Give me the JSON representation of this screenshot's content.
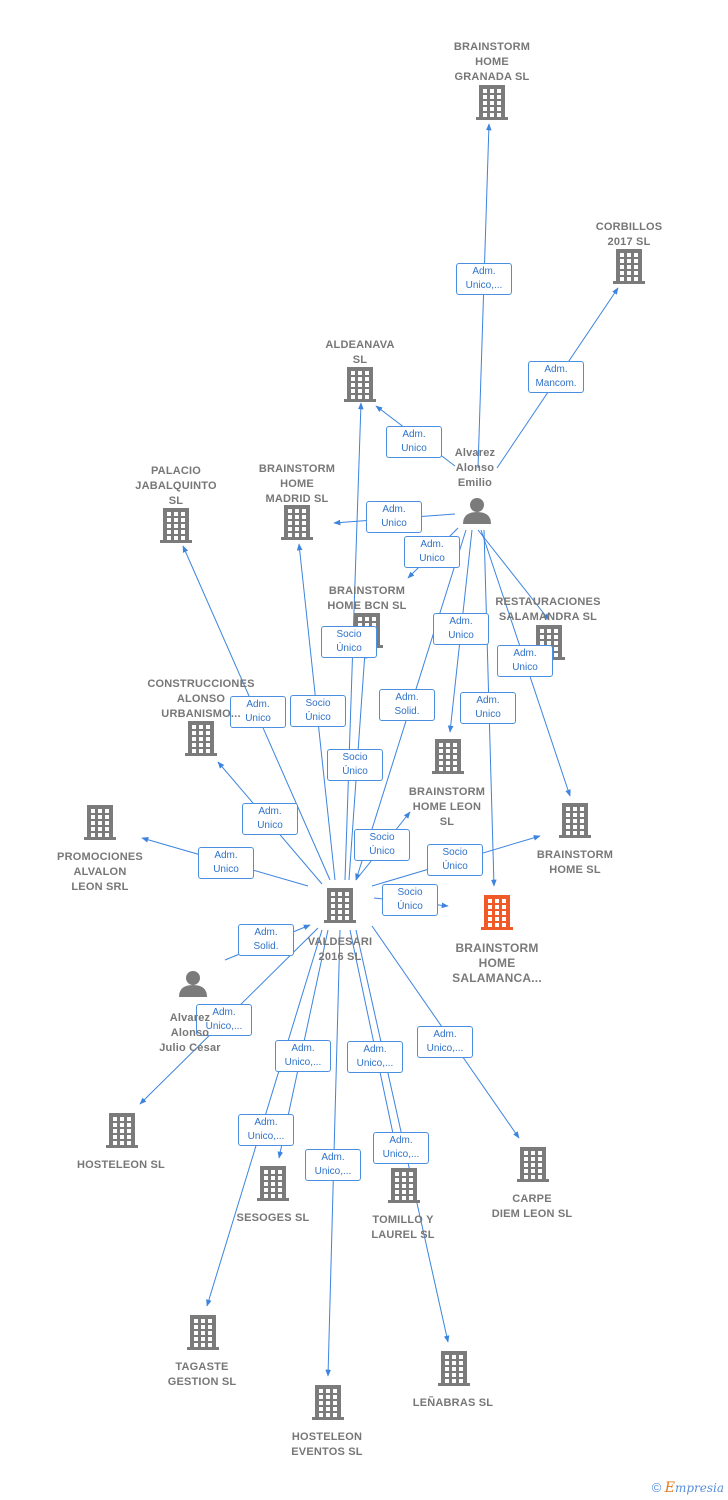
{
  "colors": {
    "edge": "#3c84de",
    "building": "#7b7b7b",
    "highlight": "#f05a28",
    "person": "#7b7b7b"
  },
  "nodes": [
    {
      "id": "granada",
      "label": "BRAINSTORM\nHOME\nGRANADA  SL",
      "icon": "building-icon"
    },
    {
      "id": "corbillos",
      "label": "CORBILLOS\n2017  SL",
      "icon": "building-icon"
    },
    {
      "id": "aldeanava",
      "label": "ALDEANAVA\nSL",
      "icon": "building-icon"
    },
    {
      "id": "emilio",
      "label": "Alvarez\nAlonso\nEmilio",
      "icon": "person-icon"
    },
    {
      "id": "palacio",
      "label": "PALACIO\nJABALQUINTO\nSL",
      "icon": "building-icon"
    },
    {
      "id": "madrid",
      "label": "BRAINSTORM\nHOME\nMADRID  SL",
      "icon": "building-icon"
    },
    {
      "id": "bcn",
      "label": "BRAINSTORM\nHOME BCN  SL",
      "icon": "building-icon"
    },
    {
      "id": "restauraciones",
      "label": "RESTAURACIONES\nSALAMANDRA SL",
      "icon": "building-icon"
    },
    {
      "id": "construcciones",
      "label": "CONSTRUCCIONES\nALONSO\nURBANISMO...",
      "icon": "building-icon"
    },
    {
      "id": "leon",
      "label": "BRAINSTORM\nHOME LEON\nSL",
      "icon": "building-icon"
    },
    {
      "id": "promociones",
      "label": "PROMOCIONES\nALVALON\nLEON SRL",
      "icon": "building-icon"
    },
    {
      "id": "homesl",
      "label": "BRAINSTORM\nHOME  SL",
      "icon": "building-icon"
    },
    {
      "id": "valdesari",
      "label": "VALDESARI\n2016  SL",
      "icon": "building-icon"
    },
    {
      "id": "salamanca",
      "label": "BRAINSTORM\nHOME\nSALAMANCA...",
      "icon": "building-icon"
    },
    {
      "id": "julio",
      "label": "Alvarez\nAlonso\nJulio Cesar",
      "icon": "person-icon"
    },
    {
      "id": "hosteleon",
      "label": "HOSTELEON SL",
      "icon": "building-icon"
    },
    {
      "id": "sesoges",
      "label": "SESOGES  SL",
      "icon": "building-icon"
    },
    {
      "id": "tomillo",
      "label": "TOMILLO Y\nLAUREL SL",
      "icon": "building-icon"
    },
    {
      "id": "carpe",
      "label": "CARPE\nDIEM LEON SL",
      "icon": "building-icon"
    },
    {
      "id": "tagaste",
      "label": "TAGASTE\nGESTION  SL",
      "icon": "building-icon"
    },
    {
      "id": "hosteleon_eventos",
      "label": "HOSTELEON\nEVENTOS SL",
      "icon": "building-icon"
    },
    {
      "id": "lenabras",
      "label": "LEÑABRAS SL",
      "icon": "building-icon"
    }
  ],
  "edges": [
    {
      "from": "emilio",
      "to": "granada",
      "label": "Adm.\nUnico,..."
    },
    {
      "from": "emilio",
      "to": "corbillos",
      "label": "Adm.\nMancom."
    },
    {
      "from": "emilio",
      "to": "aldeanava",
      "label": "Adm.\nUnico"
    },
    {
      "from": "emilio",
      "to": "madrid",
      "label": "Adm.\nUnico"
    },
    {
      "from": "emilio",
      "to": "bcn",
      "label": "Adm.\nUnico"
    },
    {
      "from": "emilio",
      "to": "leon",
      "label": "Adm.\nUnico"
    },
    {
      "from": "emilio",
      "to": "homesl",
      "label": "Adm.\nUnico"
    },
    {
      "from": "emilio",
      "to": "salamanca",
      "label": "Adm.\nUnico"
    },
    {
      "from": "emilio",
      "to": "valdesari",
      "label": "Adm.\nSolid."
    },
    {
      "from": "valdesari",
      "to": "palacio",
      "label": "Adm.\nUnico"
    },
    {
      "from": "valdesari",
      "to": "madrid",
      "label": "Socio\nÚnico"
    },
    {
      "from": "valdesari",
      "to": "aldeanava",
      "label": "Socio\nÚnico"
    },
    {
      "from": "valdesari",
      "to": "bcn",
      "label": "Socio\nÚnico"
    },
    {
      "from": "valdesari",
      "to": "construcciones",
      "label": "Adm.\nUnico"
    },
    {
      "from": "valdesari",
      "to": "promociones",
      "label": "Adm.\nUnico"
    },
    {
      "from": "valdesari",
      "to": "leon",
      "label": "Socio\nÚnico"
    },
    {
      "from": "valdesari",
      "to": "homesl",
      "label": "Socio\nÚnico"
    },
    {
      "from": "valdesari",
      "to": "salamanca",
      "label": "Socio\nÚnico"
    },
    {
      "from": "julio",
      "to": "valdesari",
      "label": "Adm.\nSolid."
    },
    {
      "from": "valdesari",
      "to": "hosteleon",
      "label": "Adm.\nUnico,..."
    },
    {
      "from": "valdesari",
      "to": "sesoges",
      "label": "Adm.\nUnico,..."
    },
    {
      "from": "valdesari",
      "to": "tomillo",
      "label": "Adm.\nUnico,..."
    },
    {
      "from": "valdesari",
      "to": "carpe",
      "label": "Adm.\nUnico,..."
    },
    {
      "from": "valdesari",
      "to": "tagaste",
      "label": "Adm.\nUnico,..."
    },
    {
      "from": "valdesari",
      "to": "hosteleon_eventos",
      "label": "Adm.\nUnico,..."
    },
    {
      "from": "valdesari",
      "to": "lenabras",
      "label": "Adm.\nUnico,..."
    },
    {
      "from": "emilio",
      "to": "restauraciones",
      "label": "Adm.\nUnico,..."
    }
  ],
  "footer": {
    "copyright": "©",
    "brand_first": "E",
    "brand_rest": "mpresia"
  }
}
